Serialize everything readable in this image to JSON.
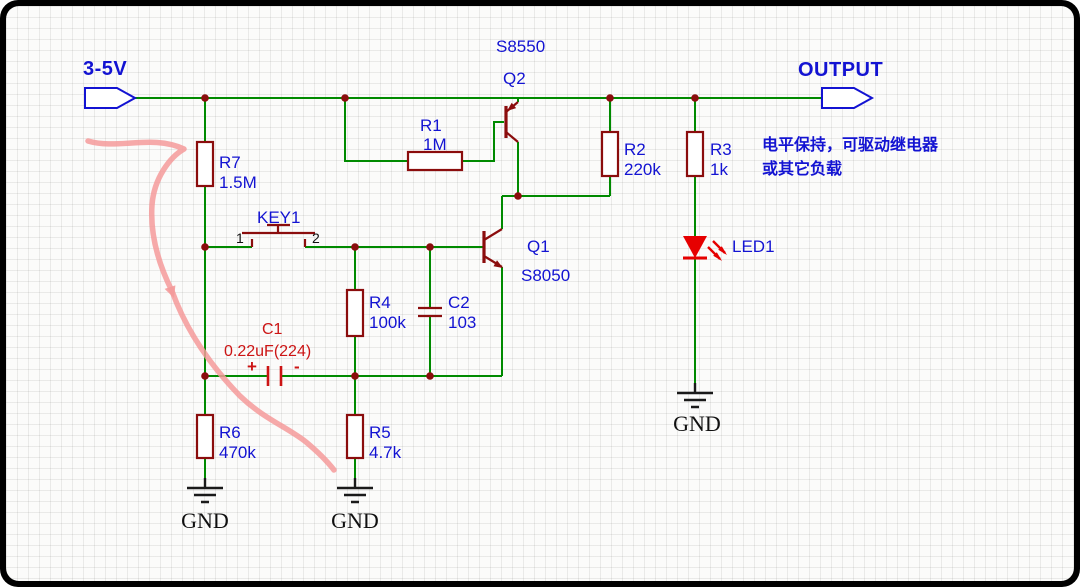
{
  "schematic": {
    "flags": {
      "power": "3-5V",
      "output": "OUTPUT"
    },
    "note": {
      "line1": "电平保持，可驱动继电器",
      "line2": "或其它负载"
    },
    "components": {
      "Q2": {
        "ref": "Q2",
        "part": "S8550"
      },
      "Q1": {
        "ref": "Q1",
        "part": "S8050"
      },
      "R1": {
        "ref": "R1",
        "value": "1M"
      },
      "R2": {
        "ref": "R2",
        "value": "220k"
      },
      "R3": {
        "ref": "R3",
        "value": "1k"
      },
      "R4": {
        "ref": "R4",
        "value": "100k"
      },
      "R5": {
        "ref": "R5",
        "value": "4.7k"
      },
      "R6": {
        "ref": "R6",
        "value": "470k"
      },
      "R7": {
        "ref": "R7",
        "value": "1.5M"
      },
      "C1": {
        "ref": "C1",
        "value": "0.22uF(224)",
        "polarity_plus": "+",
        "polarity_minus": "-"
      },
      "C2": {
        "ref": "C2",
        "value": "103"
      },
      "KEY1": {
        "ref": "KEY1",
        "pin1": "1",
        "pin2": "2"
      },
      "LED1": {
        "ref": "LED1"
      }
    },
    "grounds": {
      "left": "GND",
      "middle": "GND",
      "right": "GND"
    },
    "colors": {
      "wire": "#008a00",
      "symbol": "#8b0d0d",
      "label_blue": "#1313d2",
      "label_red": "#cc1414",
      "led_red": "#e60000",
      "annotation_pink": "#f49a9a"
    }
  }
}
